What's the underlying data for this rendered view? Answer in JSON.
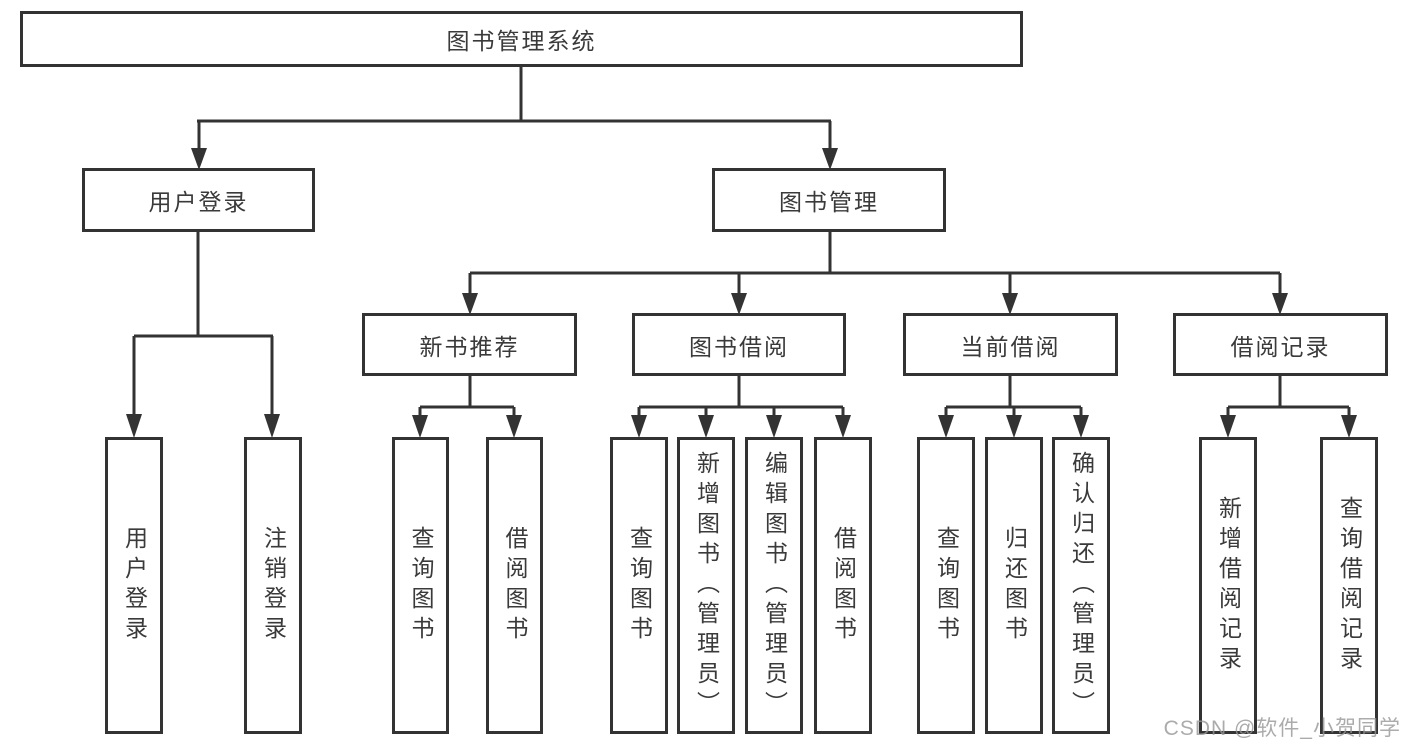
{
  "tree": {
    "label": "图书管理系统",
    "children": [
      {
        "label": "用户登录",
        "children": [
          {
            "label": "用户登录"
          },
          {
            "label": "注销登录"
          }
        ]
      },
      {
        "label": "图书管理",
        "children": [
          {
            "label": "新书推荐",
            "children": [
              {
                "label": "查询图书"
              },
              {
                "label": "借阅图书"
              }
            ]
          },
          {
            "label": "图书借阅",
            "children": [
              {
                "label": "查询图书"
              },
              {
                "label": "新增图书（管理员）"
              },
              {
                "label": "编辑图书（管理员）"
              },
              {
                "label": "借阅图书"
              }
            ]
          },
          {
            "label": "当前借阅",
            "children": [
              {
                "label": "查询图书"
              },
              {
                "label": "归还图书"
              },
              {
                "label": "确认归还（管理员）"
              }
            ]
          },
          {
            "label": "借阅记录",
            "children": [
              {
                "label": "新增借阅记录"
              },
              {
                "label": "查询借阅记录"
              }
            ]
          }
        ]
      }
    ]
  },
  "watermark": {
    "text": "CSDN @软件_小贺同学"
  },
  "colors": {
    "line": "#333333",
    "text": "#3a3a3a",
    "watermark": "#969696",
    "background": "#ffffff"
  }
}
